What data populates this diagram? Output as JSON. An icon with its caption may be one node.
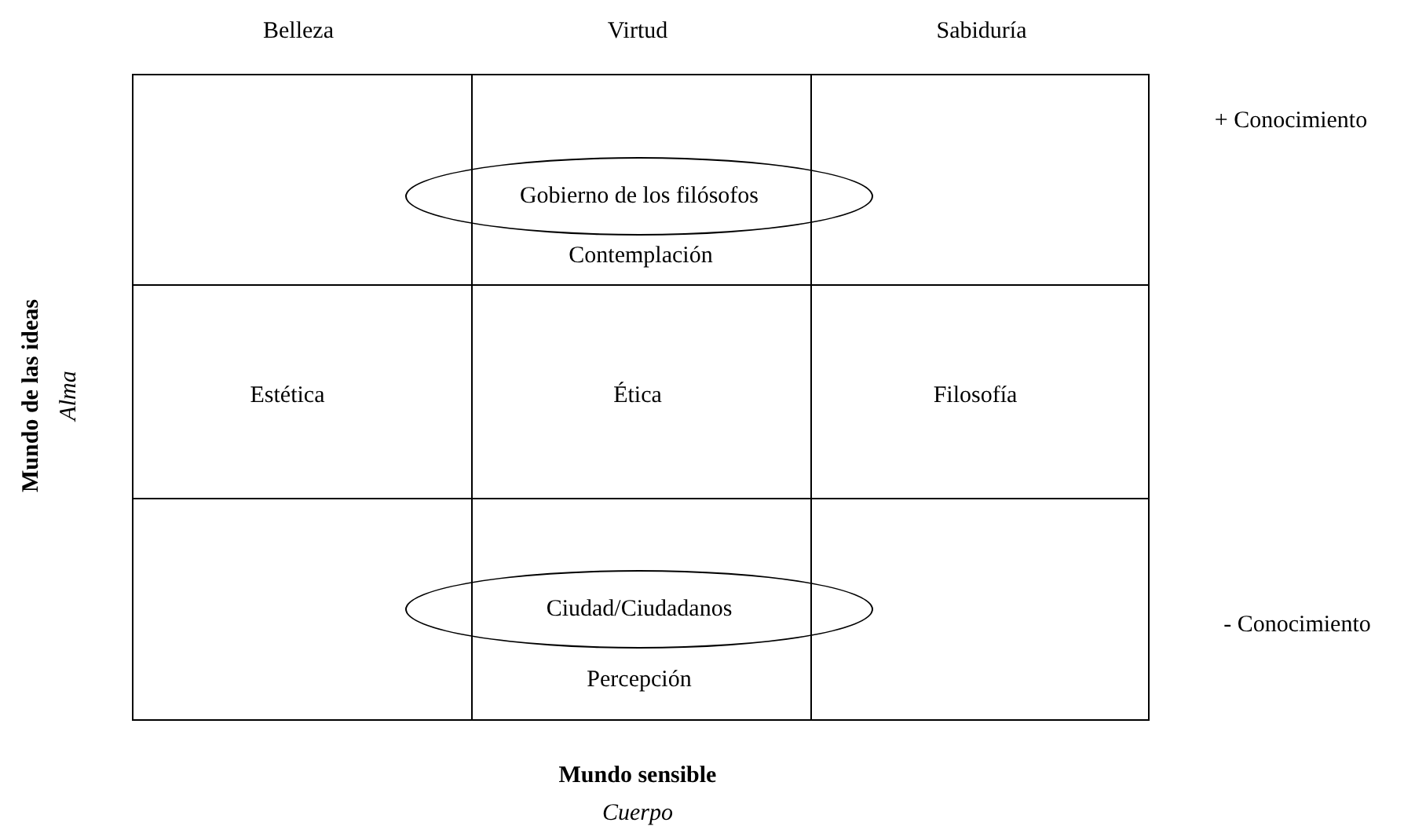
{
  "diagram": {
    "nodes": [
      {
        "text": [
          "Gobierno de los filósofos"
        ]
      },
      {
        "text": [
          "Ciudad/Ciudadanos"
        ]
      }
    ],
    "labels": [
      "Belleza",
      "Virtud",
      "Sabiduría",
      "+ Conocimiento",
      "Contemplación",
      "Mundo de las ideas",
      "Alma",
      "Estética",
      "Ética",
      "Filosofía",
      "- Conocimiento",
      "Percepción",
      "Mundo sensible",
      "Cuerpo"
    ]
  }
}
